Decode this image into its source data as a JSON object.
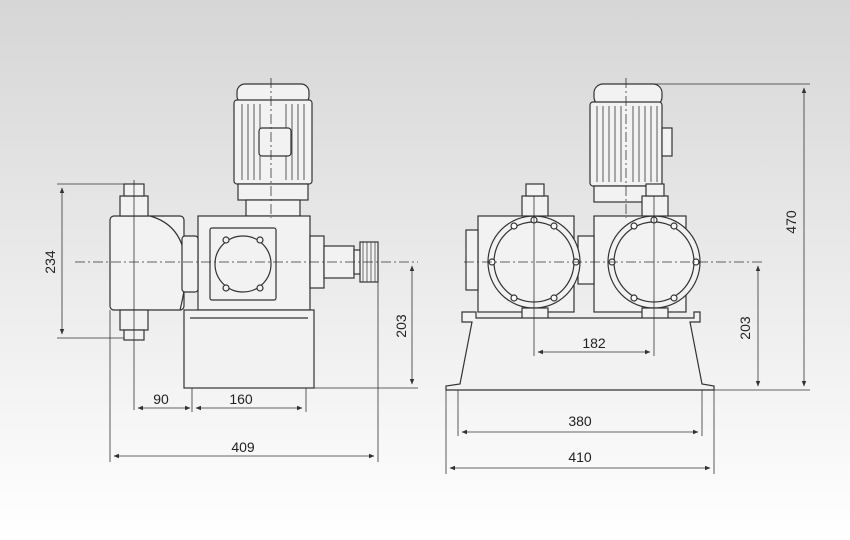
{
  "colors": {
    "background_top": "#d6d6d6",
    "background_bottom": "#ffffff",
    "line": "#333333",
    "body_fill": "#f2f2f2",
    "fin_fill": "#e8e8e8"
  },
  "dimensions": {
    "side_view": {
      "height_234": "234",
      "base_height_203": "203",
      "offset_90": "90",
      "width_160": "160",
      "total_409": "409"
    },
    "front_view": {
      "total_height_470": "470",
      "base_height_203": "203",
      "head_spacing_182": "182",
      "base_inner_380": "380",
      "base_outer_410": "410"
    }
  }
}
